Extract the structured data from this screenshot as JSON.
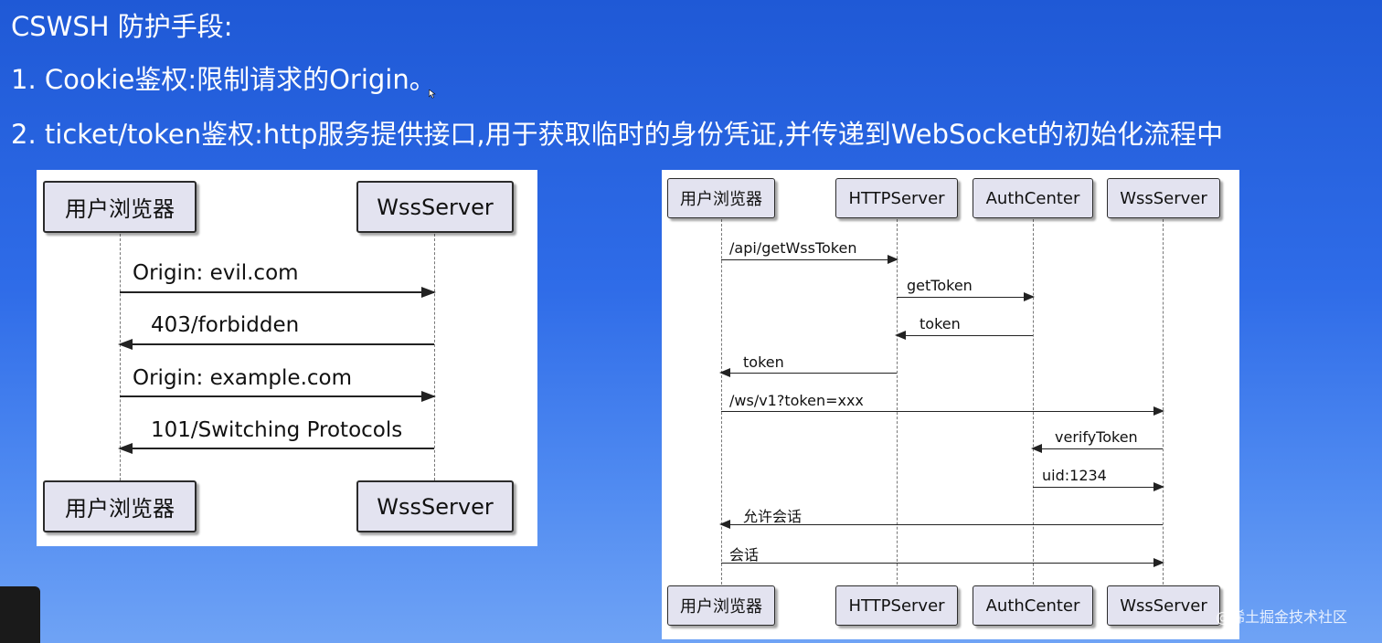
{
  "slide": {
    "title": "CSWSH 防护手段:",
    "point1": "1. Cookie鉴权:限制请求的Origin。",
    "point2": "2. ticket/token鉴权:http服务提供接口,用于获取临时的身份凭证,并传递到WebSocket的初始化流程中"
  },
  "diagram1": {
    "participants": [
      "用户浏览器",
      "WssServer"
    ],
    "messages": [
      "Origin: evil.com",
      "403/forbidden",
      "Origin: example.com",
      "101/Switching Protocols"
    ]
  },
  "diagram2": {
    "participants": [
      "用户浏览器",
      "HTTPServer",
      "AuthCenter",
      "WssServer"
    ],
    "messages": [
      "/api/getWssToken",
      "getToken",
      "token",
      "token",
      "/ws/v1?token=xxx",
      "verifyToken",
      "uid:1234",
      "允许会话",
      "会话"
    ]
  },
  "watermark": "@稀土掘金技术社区"
}
